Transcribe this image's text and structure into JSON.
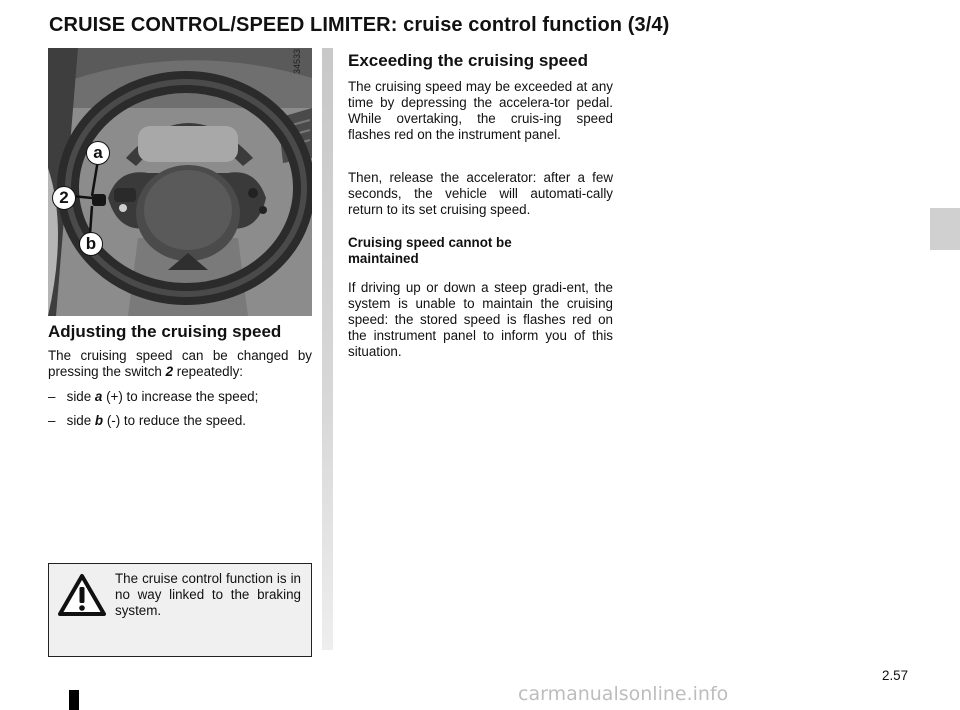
{
  "page": {
    "title": "CRUISE CONTROL/SPEED LIMITER: cruise control function (3/4)",
    "number": "2.57",
    "watermark": "carmanualsonline.info"
  },
  "figure": {
    "ref_code": "34533",
    "callouts": {
      "a": "a",
      "switch": "2",
      "b": "b"
    }
  },
  "left_column": {
    "heading": "Adjusting the cruising speed",
    "intro_before": "The cruising speed can be changed by pressing the switch ",
    "intro_switch": "2",
    "intro_after": " repeatedly:",
    "bullets": [
      {
        "dash": "–",
        "pre": "side ",
        "key": "a",
        "post": " (+) to increase the speed;"
      },
      {
        "dash": "–",
        "pre": "side ",
        "key": "b",
        "post": " (-) to reduce the speed."
      }
    ],
    "warning_text": "The cruise control function is in no way linked to the braking system."
  },
  "right_column": {
    "heading": "Exceeding the cruising speed",
    "para1": "The cruising speed may be exceeded at any time by depressing the accelera-tor pedal. While overtaking, the cruis-ing speed flashes red on the instrument panel.",
    "para2": "Then, release the accelerator: after a few seconds, the vehicle will automati-cally return to its set cruising speed.",
    "subheading": "Cruising speed cannot be maintained",
    "para3": "If driving up or down a steep gradi-ent, the system is unable to maintain the cruising speed: the stored speed is flashes red on the instrument panel to inform you of this situation."
  }
}
